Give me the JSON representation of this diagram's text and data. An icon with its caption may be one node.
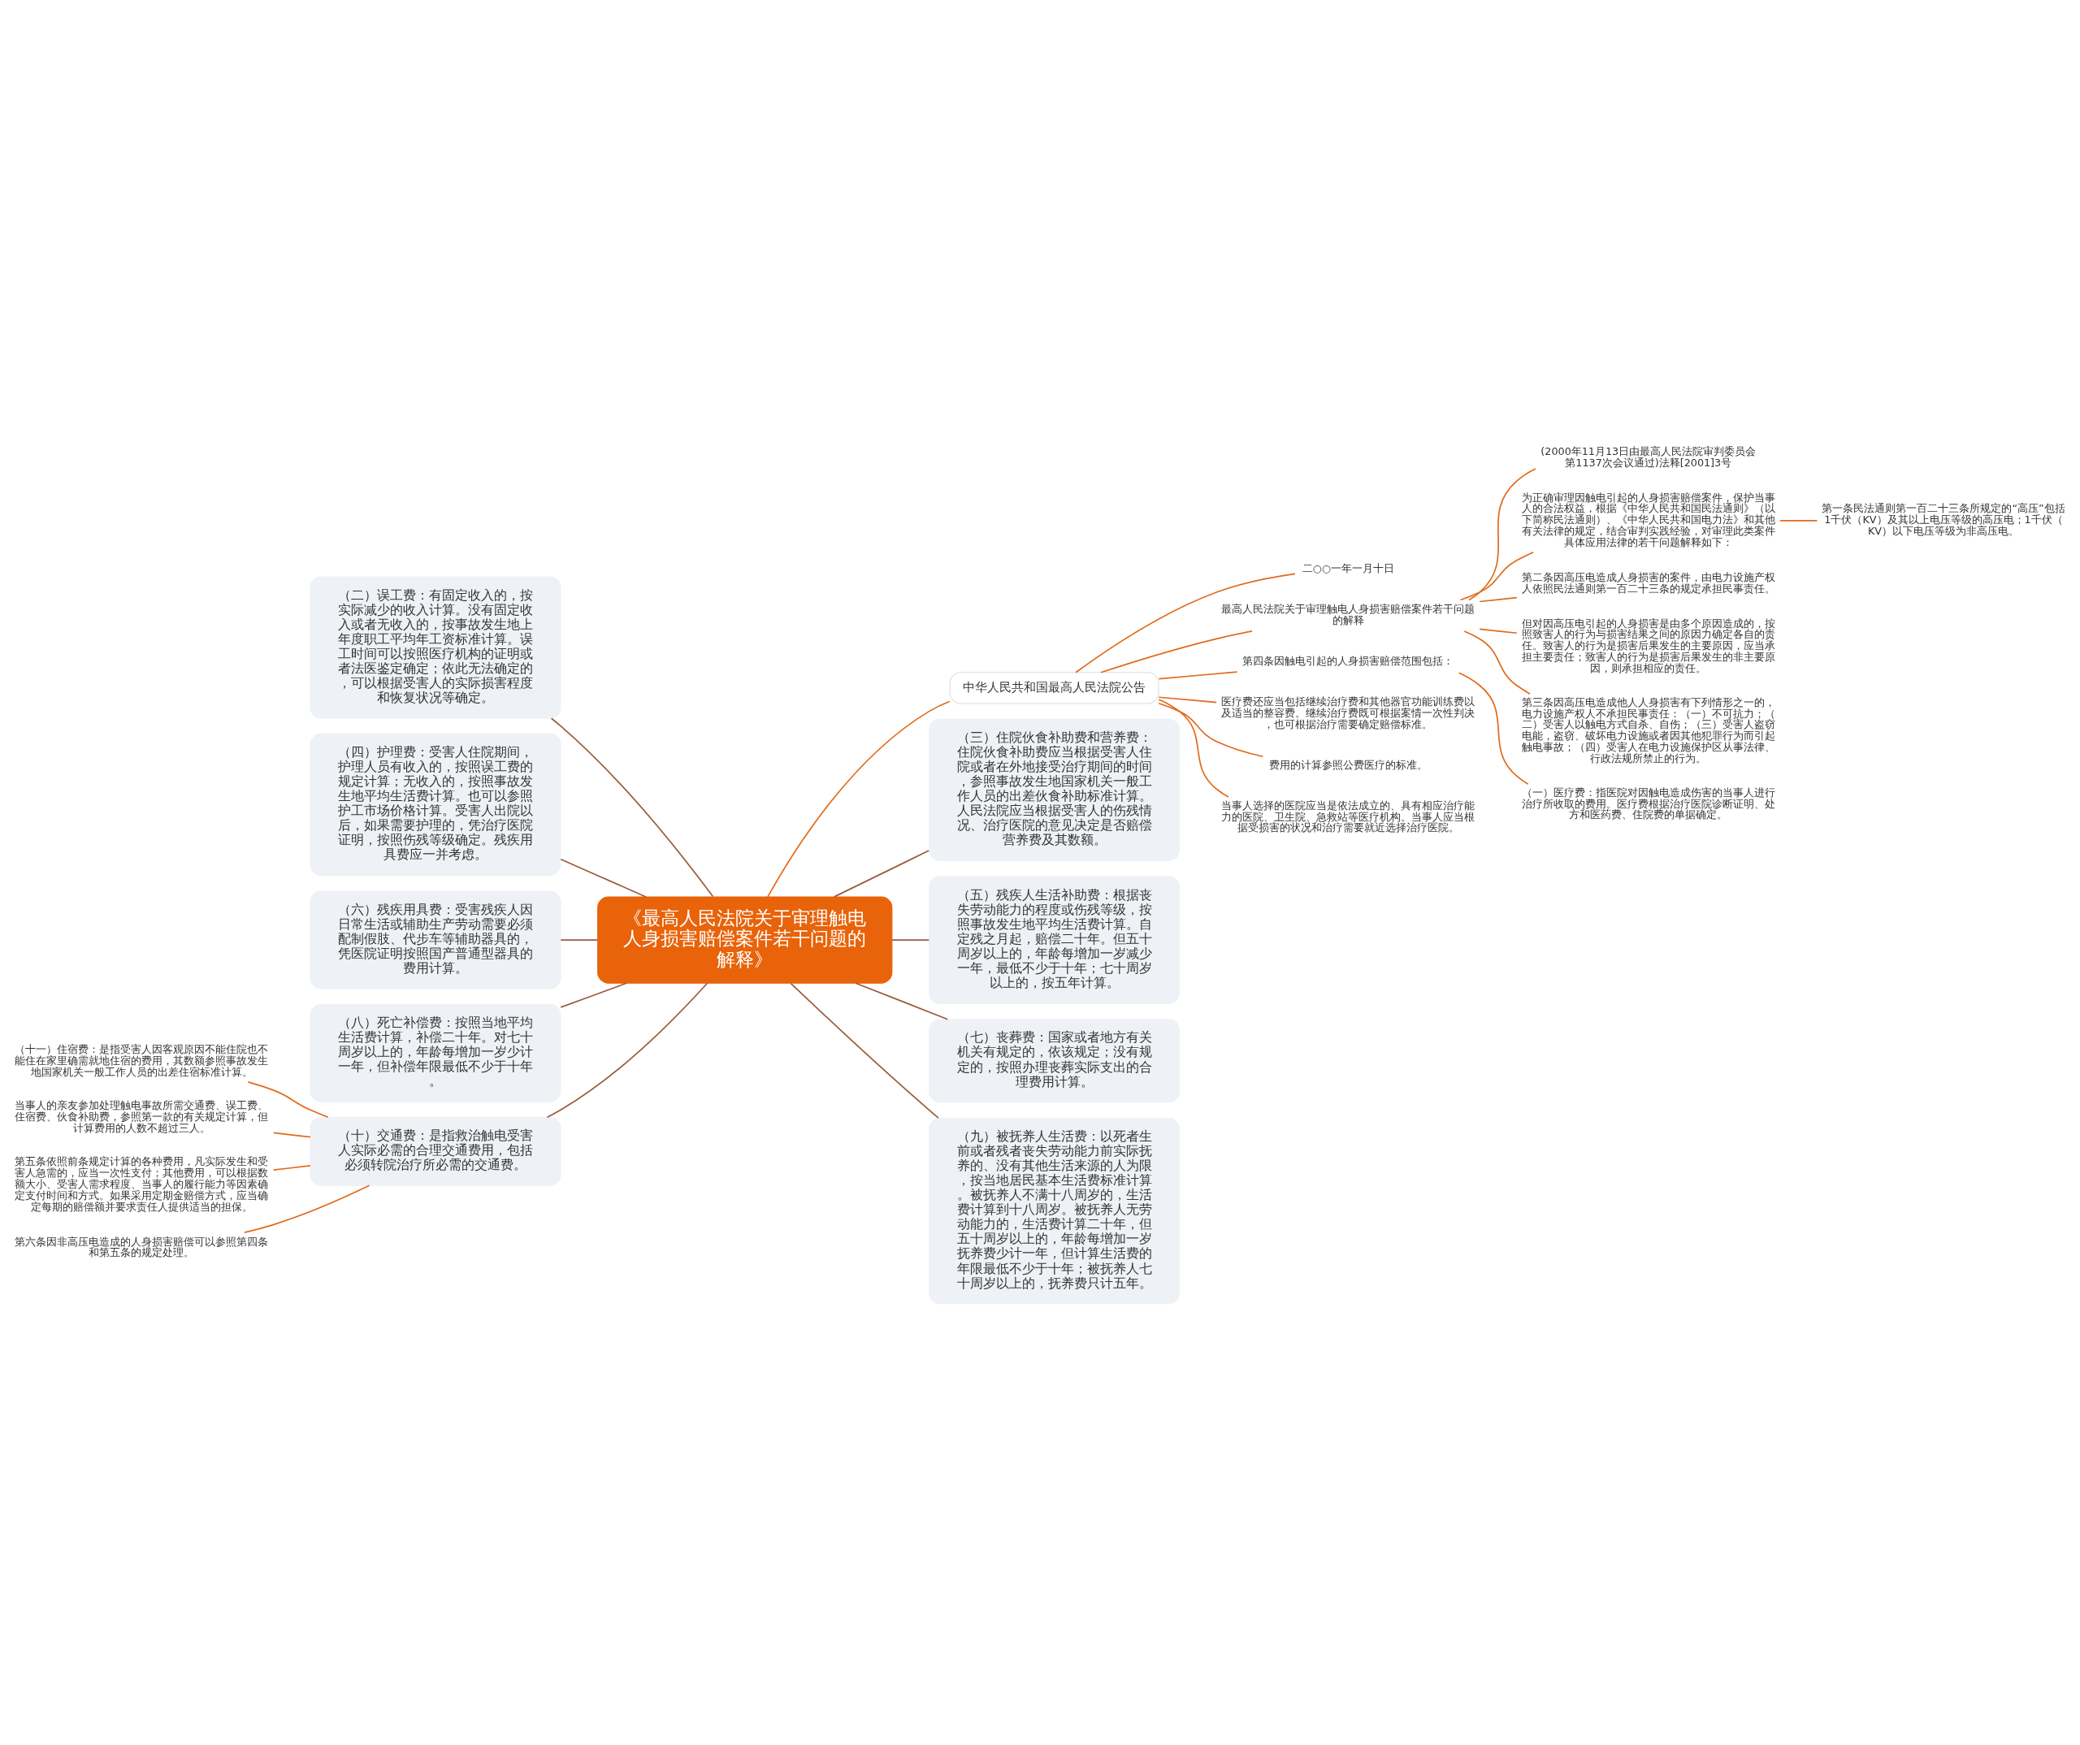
{
  "diagram": {
    "nodes": [
      {
        "text": [
          "《最高人民法院关于审理触电人身损害赔偿案件若干问题的解释》"
        ]
      },
      {
        "text": [
          "中华人民共和国最高人民法院公告"
        ]
      },
      {
        "text": [
          "二○○一年一月十日"
        ]
      },
      {
        "text": [
          "最高人民法院关于审理触电人身损害赔偿案件若干问题的解释"
        ]
      },
      {
        "text": [
          "第四条因触电引起的人身损害赔偿范围包括："
        ]
      },
      {
        "text": [
          "医疗费还应当包括继续治疗费和其他器官功能训练费以及适当的整容费。继续治疗费既可根据案情一次性判决，也可根据治疗需要确定赔偿标准。"
        ]
      },
      {
        "text": [
          "费用的计算参照公费医疗的标准。"
        ]
      },
      {
        "text": [
          "当事人选择的医院应当是依法成立的、具有相应治疗能力的医院、卫生院、急救站等医疗机构。当事人应当根据受损害的状况和治疗需要就近选择治疗医院。"
        ]
      },
      {
        "text": [
          "(2000年11月13日由最高人民法院审判委员会第1137次会议通过)法释[2001]3号"
        ]
      },
      {
        "text": [
          "为正确审理因触电引起的人身损害赔偿案件，保护当事人的合法权益，根据《中华人民共和国民法通则》（以下简称民法通则）、《中华人民共和国电力法》和其他有关法律的规定，结合审判实践经验，对审理此类案件具体应用法律的若干问题解释如下："
        ]
      },
      {
        "text": [
          "第二条因高压电造成人身损害的案件，由电力设施产权人依照民法通则第一百二十三条的规定承担民事责任。"
        ]
      },
      {
        "text": [
          "但对因高压电引起的人身损害是由多个原因造成的，按照致害人的行为与损害结果之间的原因力确定各自的责任。致害人的行为是损害后果发生的主要原因，应当承担主要责任；致害人的行为是损害后果发生的非主要原因，则承担相应的责任。"
        ]
      },
      {
        "text": [
          "第三条因高压电造成他人人身损害有下列情形之一的，电力设施产权人不承担民事责任：（一）不可抗力；（二）受害人以触电方式自杀、自伤；（三）受害人盗窃电能，盗窃、破坏电力设施或者因其他犯罪行为而引起触电事故；（四）受害人在电力设施保护区从事法律、行政法规所禁止的行为。"
        ]
      },
      {
        "text": [
          "第一条民法通则第一百二十三条所规定的“高压”包括1千伏（KV）及其以上电压等级的高压电；1千伏（KV）以下电压等级为非高压电。"
        ]
      },
      {
        "text": [
          "（一）医疗费：指医院对因触电造成伤害的当事人进行治疗所收取的费用。医疗费根据治疗医院诊断证明、处方和医药费、住院费的单据确定。"
        ]
      },
      {
        "text": [
          "（二）误工费：有固定收入的，按实际减少的收入计算。没有固定收入或者无收入的，按事故发生地上年度职工平均年工资标准计算。误工时间可以按照医疗机构的证明或者法医鉴定确定；依此无法确定的，可以根据受害人的实际损害程度和恢复状况等确定。"
        ]
      },
      {
        "text": [
          "（四）护理费：受害人住院期间，护理人员有收入的，按照误工费的规定计算；无收入的，按照事故发生地平均生活费计算。也可以参照护工市场价格计算。受害人出院以后，如果需要护理的，凭治疗医院证明，按照伤残等级确定。残疾用具费应一并考虑。"
        ]
      },
      {
        "text": [
          "（六）残疾用具费：受害残疾人因日常生活或辅助生产劳动需要必须配制假肢、代步车等辅助器具的，凭医院证明按照国产普通型器具的费用计算。"
        ]
      },
      {
        "text": [
          "（八）死亡补偿费：按照当地平均生活费计算，补偿二十年。对七十周岁以上的，年龄每增加一岁少计一年，但补偿年限最低不少于十年。"
        ]
      },
      {
        "text": [
          "（十）交通费：是指救治触电受害人实际必需的合理交通费用，包括必须转院治疗所必需的交通费。"
        ]
      },
      {
        "text": [
          "（十一）住宿费：是指受害人因客观原因不能住院也不能住在家里确需就地住宿的费用，其数额参照事故发生地国家机关一般工作人员的出差住宿标准计算。"
        ]
      },
      {
        "text": [
          "当事人的亲友参加处理触电事故所需交通费、误工费、住宿费、伙食补助费，参照第一款的有关规定计算，但计算费用的人数不超过三人。"
        ]
      },
      {
        "text": [
          "第五条依照前条规定计算的各种费用，凡实际发生和受害人急需的，应当一次性支付；其他费用，可以根据数额大小、受害人需求程度、当事人的履行能力等因素确定支付时间和方式。如果采用定期金赔偿方式，应当确定每期的赔偿额并要求责任人提供适当的担保。"
        ]
      },
      {
        "text": [
          "第六条因非高压电造成的人身损害赔偿可以参照第四条和第五条的规定处理。"
        ]
      },
      {
        "text": [
          "（三）住院伙食补助费和营养费：住院伙食补助费应当根据受害人住院或者在外地接受治疗期间的时间，参照事故发生地国家机关一般工作人员的出差伙食补助标准计算。人民法院应当根据受害人的伤残情况、治疗医院的意见决定是否赔偿营养费及其数额。"
        ]
      },
      {
        "text": [
          "（五）残疾人生活补助费：根据丧失劳动能力的程度或伤残等级，按照事故发生地平均生活费计算。自定残之月起，赔偿二十年。但五十周岁以上的，年龄每增加一岁减少一年，最低不少于十年；七十周岁以上的，按五年计算。"
        ]
      },
      {
        "text": [
          "（七）丧葬费：国家或者地方有关机关有规定的，依该规定；没有规定的，按照办理丧葬实际支出的合理费用计算。"
        ]
      },
      {
        "text": [
          "（九）被抚养人生活费：以死者生前或者残者丧失劳动能力前实际抚养的、没有其他生活来源的人为限，按当地居民基本生活费标准计算。被抚养人不满十八周岁的，生活费计算到十八周岁。被抚养人无劳动能力的，生活费计算二十年，但五十周岁以上的，年龄每增加一岁抚养费少计一年，但计算生活费的年限最低不少于十年；被抚养人七十周岁以上的，抚养费只计五年。"
        ]
      }
    ],
    "edges": [
      {
        "from": 0,
        "to": 1,
        "arrow": "none"
      },
      {
        "from": 1,
        "to": 2,
        "arrow": "none"
      },
      {
        "from": 1,
        "to": 3,
        "arrow": "none"
      },
      {
        "from": 1,
        "to": 4,
        "arrow": "none"
      },
      {
        "from": 1,
        "to": 5,
        "arrow": "none"
      },
      {
        "from": 1,
        "to": 6,
        "arrow": "none"
      },
      {
        "from": 1,
        "to": 7,
        "arrow": "none"
      },
      {
        "from": 3,
        "to": 8,
        "arrow": "none"
      },
      {
        "from": 3,
        "to": 9,
        "arrow": "none"
      },
      {
        "from": 3,
        "to": 10,
        "arrow": "none"
      },
      {
        "from": 3,
        "to": 11,
        "arrow": "none"
      },
      {
        "from": 3,
        "to": 12,
        "arrow": "none"
      },
      {
        "from": 9,
        "to": 13,
        "arrow": "none"
      },
      {
        "from": 4,
        "to": 14,
        "arrow": "none"
      },
      {
        "from": 15,
        "to": 0,
        "arrow": "none",
        "color": "#9a5a3c"
      },
      {
        "from": 16,
        "to": 0,
        "arrow": "none",
        "color": "#9a5a3c"
      },
      {
        "from": 17,
        "to": 0,
        "arrow": "none",
        "color": "#9a5a3c"
      },
      {
        "from": 18,
        "to": 0,
        "arrow": "none",
        "color": "#9a5a3c"
      },
      {
        "from": 19,
        "to": 0,
        "arrow": "none",
        "color": "#9a5a3c"
      },
      {
        "from": 20,
        "to": 19,
        "arrow": "none"
      },
      {
        "from": 21,
        "to": 19,
        "arrow": "none"
      },
      {
        "from": 22,
        "to": 19,
        "arrow": "none"
      },
      {
        "from": 23,
        "to": 19,
        "arrow": "none"
      },
      {
        "from": 0,
        "to": 24,
        "arrow": "none",
        "color": "#9a5a3c"
      },
      {
        "from": 0,
        "to": 25,
        "arrow": "none",
        "color": "#9a5a3c"
      },
      {
        "from": 0,
        "to": 26,
        "arrow": "none",
        "color": "#9a5a3c"
      },
      {
        "from": 0,
        "to": 27,
        "arrow": "none",
        "color": "#9a5a3c"
      }
    ]
  }
}
